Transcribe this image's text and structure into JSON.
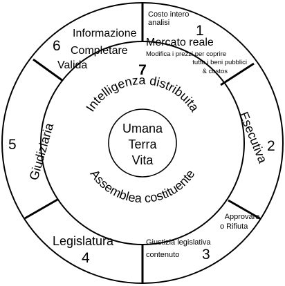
{
  "segments": [
    {
      "number": "1",
      "header": "Costo intero analisi",
      "header_line1": "Costo intero",
      "header_line2": "analisi",
      "title": "Mercato reale",
      "detail_line1": "Modifica i prezzi per coprire",
      "detail_line2": "tutto i beni pubblici",
      "detail_line3": "& costos"
    },
    {
      "number": "2",
      "title": "Esecutiva"
    },
    {
      "number": "3",
      "header_line1": "Approvare",
      "header_line2": "o Rifiuta",
      "title_line1": "Giustizia legislativa",
      "title_line2": "contenuto"
    },
    {
      "number": "4",
      "title": "Legislatura"
    },
    {
      "number": "5",
      "title": "Giudiziaria"
    },
    {
      "number": "6",
      "title_line1": "Informazione",
      "title_line2": "Completare",
      "title_line3": "Valida"
    }
  ],
  "inner_ring": {
    "number": "7",
    "top_text": "Intelligenza distribuita",
    "bottom_text": "Assemblea costituente"
  },
  "center": {
    "line1": "Umana",
    "line2": "Terra",
    "line3": "Vita"
  }
}
